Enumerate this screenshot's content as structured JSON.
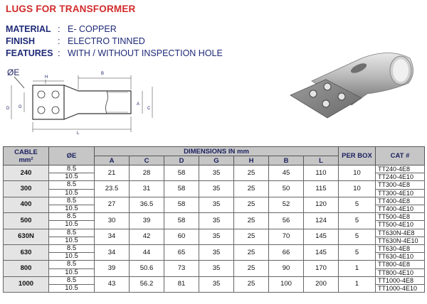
{
  "title": "LUGS FOR TRANSFORMER",
  "specs": [
    {
      "key": "MATERIAL",
      "value": "E- COPPER"
    },
    {
      "key": "FINISH",
      "value": "ELECTRO TINNED"
    },
    {
      "key": "FEATURES",
      "value": "WITH / WITHOUT INSPECTION HOLE"
    }
  ],
  "drawing": {
    "label_oe": "ØE",
    "H": "H",
    "B": "B",
    "D": "D",
    "G": "G",
    "A": "A",
    "C": "C",
    "L": "L"
  },
  "table": {
    "header": {
      "cable": "CABLE",
      "cable_unit": "mm²",
      "oe": "ØE",
      "dimensions": "DIMENSIONS IN mm",
      "cols": [
        "A",
        "C",
        "D",
        "G",
        "H",
        "B",
        "L"
      ],
      "per_box": "PER BOX",
      "cat": "CAT #"
    },
    "rows": [
      {
        "cable": "240",
        "e": [
          "8.5",
          "10.5"
        ],
        "A": "21",
        "C": "28",
        "D": "58",
        "G": "35",
        "H": "25",
        "B": "45",
        "L": "110",
        "box": "10",
        "cat": [
          "TT240-4E8",
          "TT240-4E10"
        ]
      },
      {
        "cable": "300",
        "e": [
          "8.5",
          "10.5"
        ],
        "A": "23.5",
        "C": "31",
        "D": "58",
        "G": "35",
        "H": "25",
        "B": "50",
        "L": "115",
        "box": "10",
        "cat": [
          "TT300-4E8",
          "TT300-4E10"
        ]
      },
      {
        "cable": "400",
        "e": [
          "8.5",
          "10.5"
        ],
        "A": "27",
        "C": "36.5",
        "D": "58",
        "G": "35",
        "H": "25",
        "B": "52",
        "L": "120",
        "box": "5",
        "cat": [
          "TT400-4E8",
          "TT400-4E10"
        ]
      },
      {
        "cable": "500",
        "e": [
          "8.5",
          "10.5"
        ],
        "A": "30",
        "C": "39",
        "D": "58",
        "G": "35",
        "H": "25",
        "B": "56",
        "L": "124",
        "box": "5",
        "cat": [
          "TT500-4E8",
          "TT500-4E10"
        ]
      },
      {
        "cable": "630N",
        "e": [
          "8.5",
          "10.5"
        ],
        "A": "34",
        "C": "42",
        "D": "60",
        "G": "35",
        "H": "25",
        "B": "70",
        "L": "145",
        "box": "5",
        "cat": [
          "TT630N-4E8",
          "TT630N-4E10"
        ]
      },
      {
        "cable": "630",
        "e": [
          "8.5",
          "10.5"
        ],
        "A": "34",
        "C": "44",
        "D": "65",
        "G": "35",
        "H": "25",
        "B": "66",
        "L": "145",
        "box": "5",
        "cat": [
          "TT630-4E8",
          "TT630-4E10"
        ]
      },
      {
        "cable": "800",
        "e": [
          "8.5",
          "10.5"
        ],
        "A": "39",
        "C": "50.6",
        "D": "73",
        "G": "35",
        "H": "25",
        "B": "90",
        "L": "170",
        "box": "1",
        "cat": [
          "TT800-4E8",
          "TT800-4E10"
        ]
      },
      {
        "cable": "1000",
        "e": [
          "8.5",
          "10.5"
        ],
        "A": "43",
        "C": "56.2",
        "D": "81",
        "G": "35",
        "H": "25",
        "B": "100",
        "L": "200",
        "box": "1",
        "cat": [
          "TT1000-4E8",
          "TT1000-4E10"
        ]
      }
    ]
  }
}
